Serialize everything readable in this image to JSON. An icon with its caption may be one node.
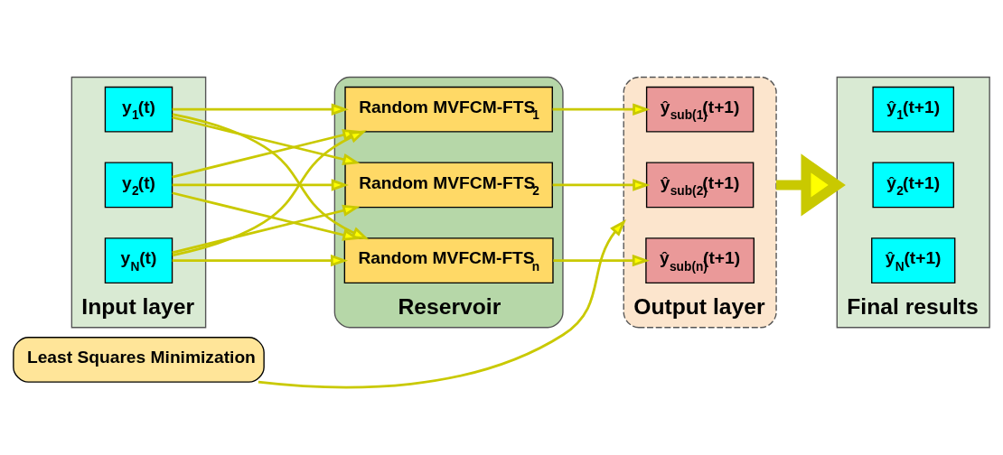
{
  "diagram": {
    "nodes": [
      {
        "text": [],
        "shape": "cylinder",
        "beside": [
          "Input layer"
        ]
      },
      {
        "text": [
          "y$_{1}$(t)"
        ],
        "in": 0
      },
      {
        "text": [
          "y$_{2}$(t)"
        ],
        "in": 0
      },
      {
        "text": [
          "y$_{N}$(t)"
        ],
        "in": 0
      },
      {
        "text": [],
        "shape": "box",
        "beside": [
          "Reservoir"
        ]
      },
      {
        "text": [
          "Random MVFCM-FTS$_{1}$"
        ],
        "in": 4
      },
      {
        "text": [
          "Random MVFCM-FTS$_{2}$"
        ],
        "in": 4
      },
      {
        "text": [
          "Random MVFCM-FTS$_{n}$"
        ],
        "in": 4
      },
      {
        "text": [],
        "shape": "box",
        "beside": [
          "Output layer"
        ]
      },
      {
        "text": [
          "ŷ$_{sub(1)}$(t+1)"
        ],
        "in": 8
      },
      {
        "text": [
          "ŷ$_{sub(2)}$(t+1)"
        ],
        "in": 8
      },
      {
        "text": [
          "ŷ$_{sub(n)}$(t+1)"
        ],
        "in": 8
      },
      {
        "text": [],
        "shape": "cylinder",
        "beside": [
          "Final results"
        ]
      },
      {
        "text": [
          "ŷ$_{1}$(t+1)"
        ],
        "in": 12
      },
      {
        "text": [
          "ŷ$_{2}$(t+1)"
        ],
        "in": 12
      },
      {
        "text": [
          "ŷ$_{N}$(t+1)"
        ],
        "in": 12
      },
      {
        "text": [
          "Least Squares Minimization"
        ]
      }
    ],
    "edges": [
      {
        "from": 1,
        "to": 5,
        "arrow": "to"
      },
      {
        "from": 1,
        "to": 6,
        "arrow": "to"
      },
      {
        "from": 1,
        "to": 7,
        "arrow": "to"
      },
      {
        "from": 2,
        "to": 5,
        "arrow": "to"
      },
      {
        "from": 2,
        "to": 6,
        "arrow": "to"
      },
      {
        "from": 2,
        "to": 7,
        "arrow": "to"
      },
      {
        "from": 3,
        "to": 5,
        "arrow": "to"
      },
      {
        "from": 3,
        "to": 6,
        "arrow": "to"
      },
      {
        "from": 3,
        "to": 7,
        "arrow": "to"
      },
      {
        "from": 5,
        "to": 9,
        "arrow": "to"
      },
      {
        "from": 6,
        "to": 10,
        "arrow": "to"
      },
      {
        "from": 7,
        "to": 11,
        "arrow": "to"
      },
      {
        "from": 16,
        "to": 8,
        "arrow": "to"
      },
      {
        "from": 8,
        "to": 12,
        "arrow": "to",
        "style": "thick"
      }
    ]
  }
}
